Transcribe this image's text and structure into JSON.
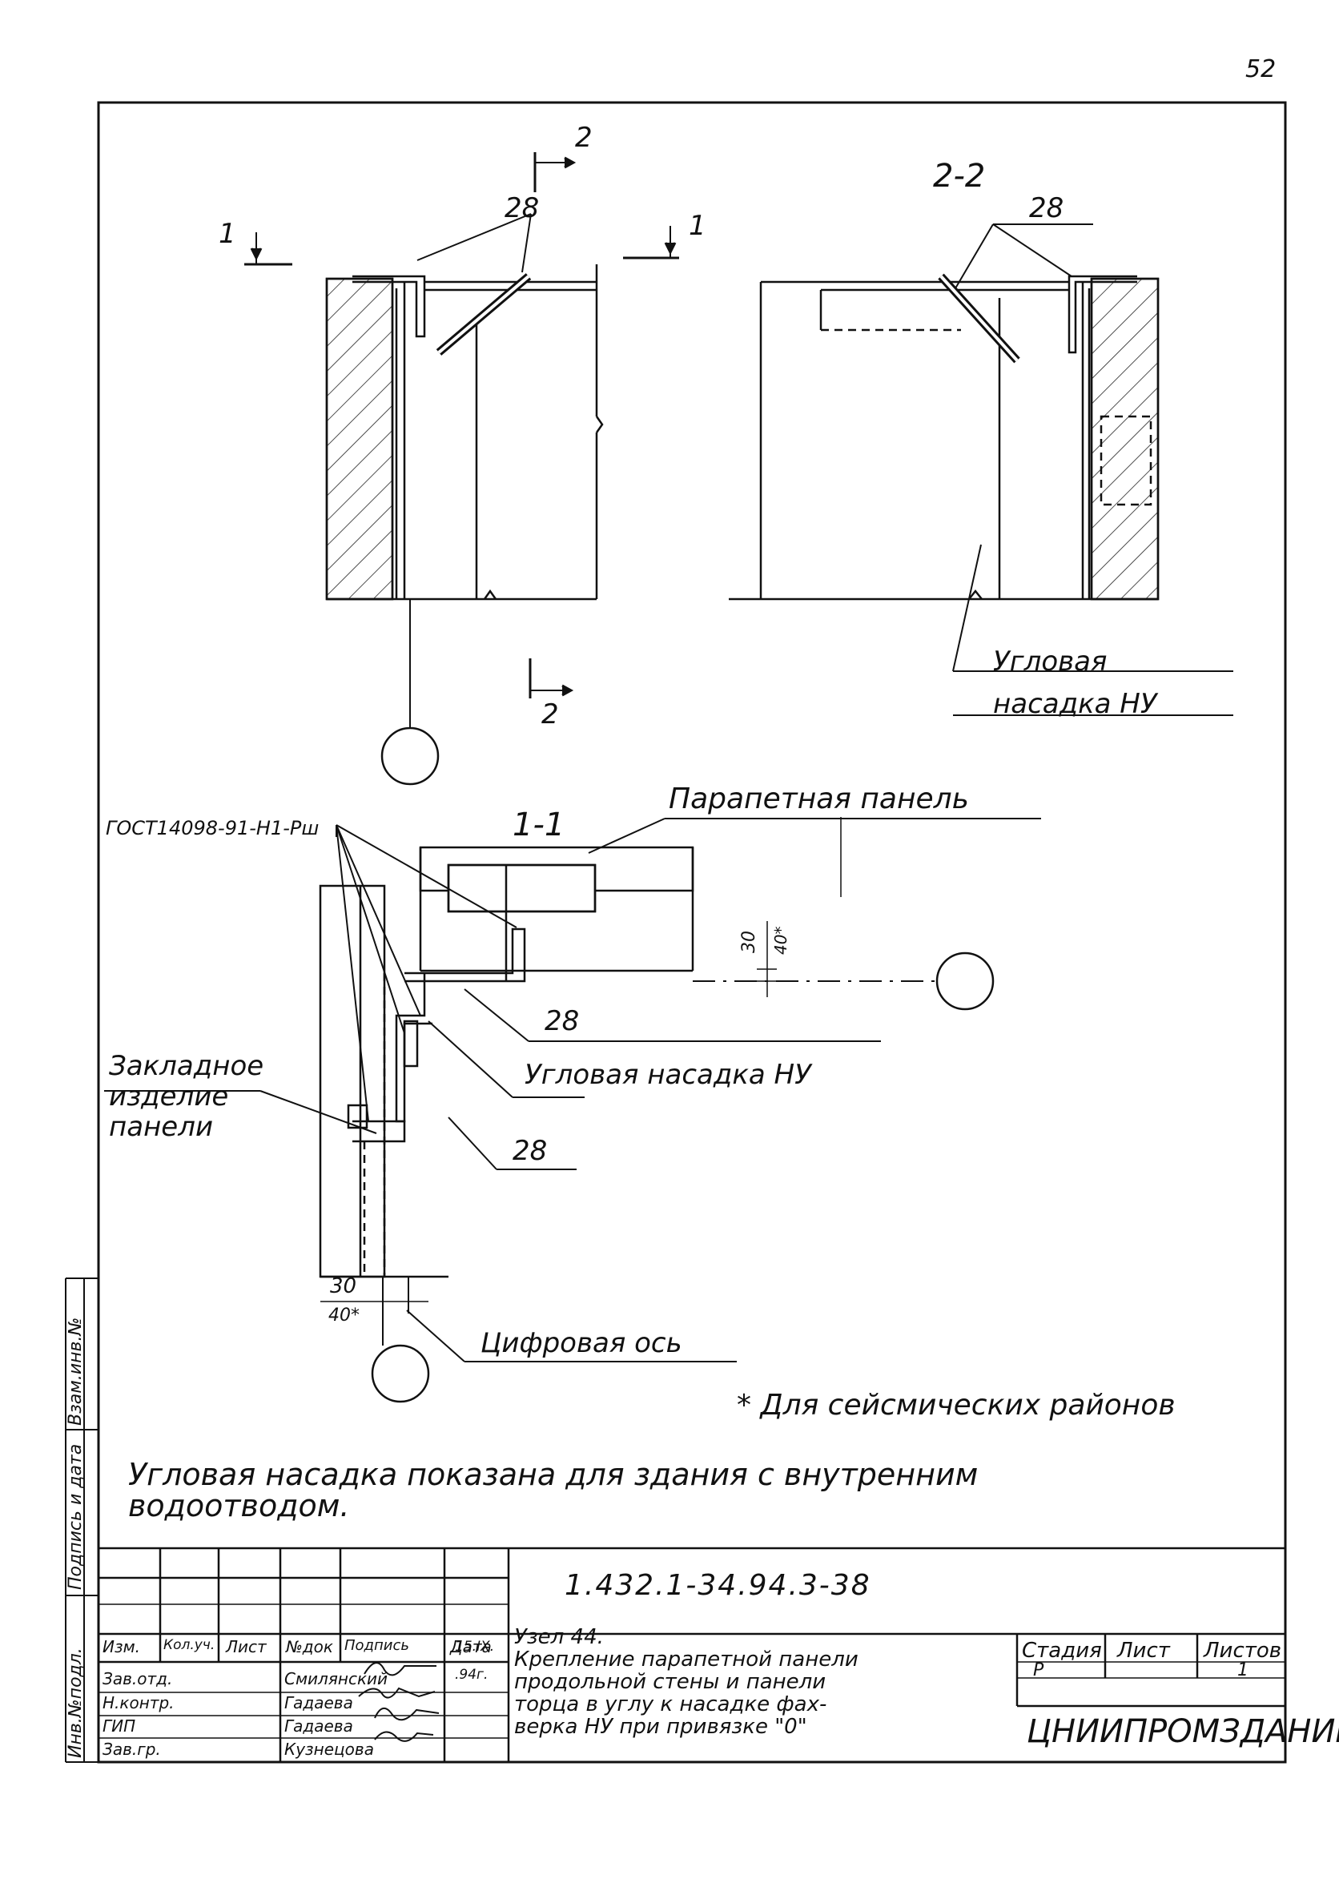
{
  "page_number": "52",
  "sections": {
    "cut_1": "1",
    "cut_2": "2",
    "view_2_2": "2-2",
    "view_1_1": "1-1"
  },
  "labels": {
    "item_28": "28",
    "corner_cap_top": "Угловая\nнасадка НУ",
    "gost": "ГОСТ14098-91-Н1-Рш",
    "parapet_panel": "Парапетная панель",
    "dim_30_top": "30",
    "dim_40_top": "40*",
    "corner_cap_mid": "Угловая насадка НУ",
    "embedded_part": "Закладное\nизделие\nпанели",
    "dim_30_bottom": "30",
    "dim_40_bottom": "40*",
    "digital_axis": "Цифровая ось",
    "seismic_note": "* Для сейсмических районов",
    "main_note": "Угловая насадка показана для здания с внутренним\nводоотводом."
  },
  "side_stamp": {
    "inv_no": "Инв.№подл.",
    "sign_date": "Подпись и дата",
    "replace_inv": "Взам.инв.№"
  },
  "title_block": {
    "doc_code": "1.432.1-34.94.3-38",
    "headers": [
      "Изм.",
      "Кол.уч.",
      "Лист",
      "№док",
      "Подпись",
      "Дата"
    ],
    "roles": [
      {
        "role": "Зав.отд.",
        "name": "Смилянский"
      },
      {
        "role": "Н.контр.",
        "name": "Гадаева"
      },
      {
        "role": "ГИП",
        "name": "Гадаева"
      },
      {
        "role": "Зав.гр.",
        "name": "Кузнецова"
      }
    ],
    "date_1": "15.IX.",
    "date_2": ".94г.",
    "description": "Узел 44.\nКрепление парапетной панели\nпродольной стены и панели\nторца в углу к насадке фах-\nверка НУ при привязке \"0\"",
    "stage_label": "Стадия",
    "sheet_label": "Лист",
    "sheets_label": "Листов",
    "stage": "Р",
    "sheet": "",
    "sheets": "1",
    "organization": "ЦНИИПРОМЗДАНИЙ"
  }
}
